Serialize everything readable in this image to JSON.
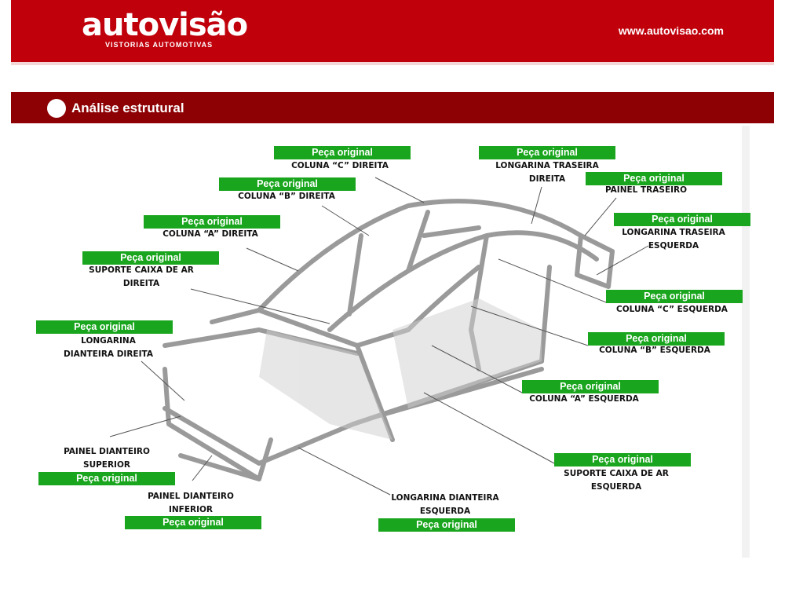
{
  "header": {
    "logo": "autovisão",
    "logo_subtitle": "VISTORIAS AUTOMOTIVAS",
    "url": "www.autovisao.com",
    "brand_color": "#c0000b"
  },
  "section": {
    "title": "Análise estrutural"
  },
  "status_color": "#19a51d",
  "parts": [
    {
      "name": "COLUNA “C” DIREITA",
      "status": "Peça original"
    },
    {
      "name": "LONGARINA TRASEIRA\nDIREITA",
      "status": "Peça original"
    },
    {
      "name": "PAINEL TRASEIRO",
      "status": "Peça original"
    },
    {
      "name": "LONGARINA TRASEIRA\nESQUERDA",
      "status": "Peça original"
    },
    {
      "name": "COLUNA “B” DIREITA",
      "status": "Peça original"
    },
    {
      "name": "COLUNA “A” DIREITA",
      "status": "Peça original"
    },
    {
      "name": "SUPORTE CAIXA DE AR\nDIREITA",
      "status": "Peça original"
    },
    {
      "name": "LONGARINA\nDIANTEIRA DIREITA",
      "status": "Peça original"
    },
    {
      "name": "COLUNA “C” ESQUERDA",
      "status": "Peça original"
    },
    {
      "name": "COLUNA “B” ESQUERDA",
      "status": "Peça original"
    },
    {
      "name": "COLUNA “A” ESQUERDA",
      "status": "Peça original"
    },
    {
      "name": "SUPORTE CAIXA DE AR\nESQUERDA",
      "status": "Peça original"
    },
    {
      "name": "PAINEL DIANTEIRO\nSUPERIOR",
      "status": "Peça original"
    },
    {
      "name": "PAINEL DIANTEIRO\nINFERIOR",
      "status": "Peça original"
    },
    {
      "name": "LONGARINA DIANTEIRA\nESQUERDA",
      "status": "Peça original"
    }
  ]
}
